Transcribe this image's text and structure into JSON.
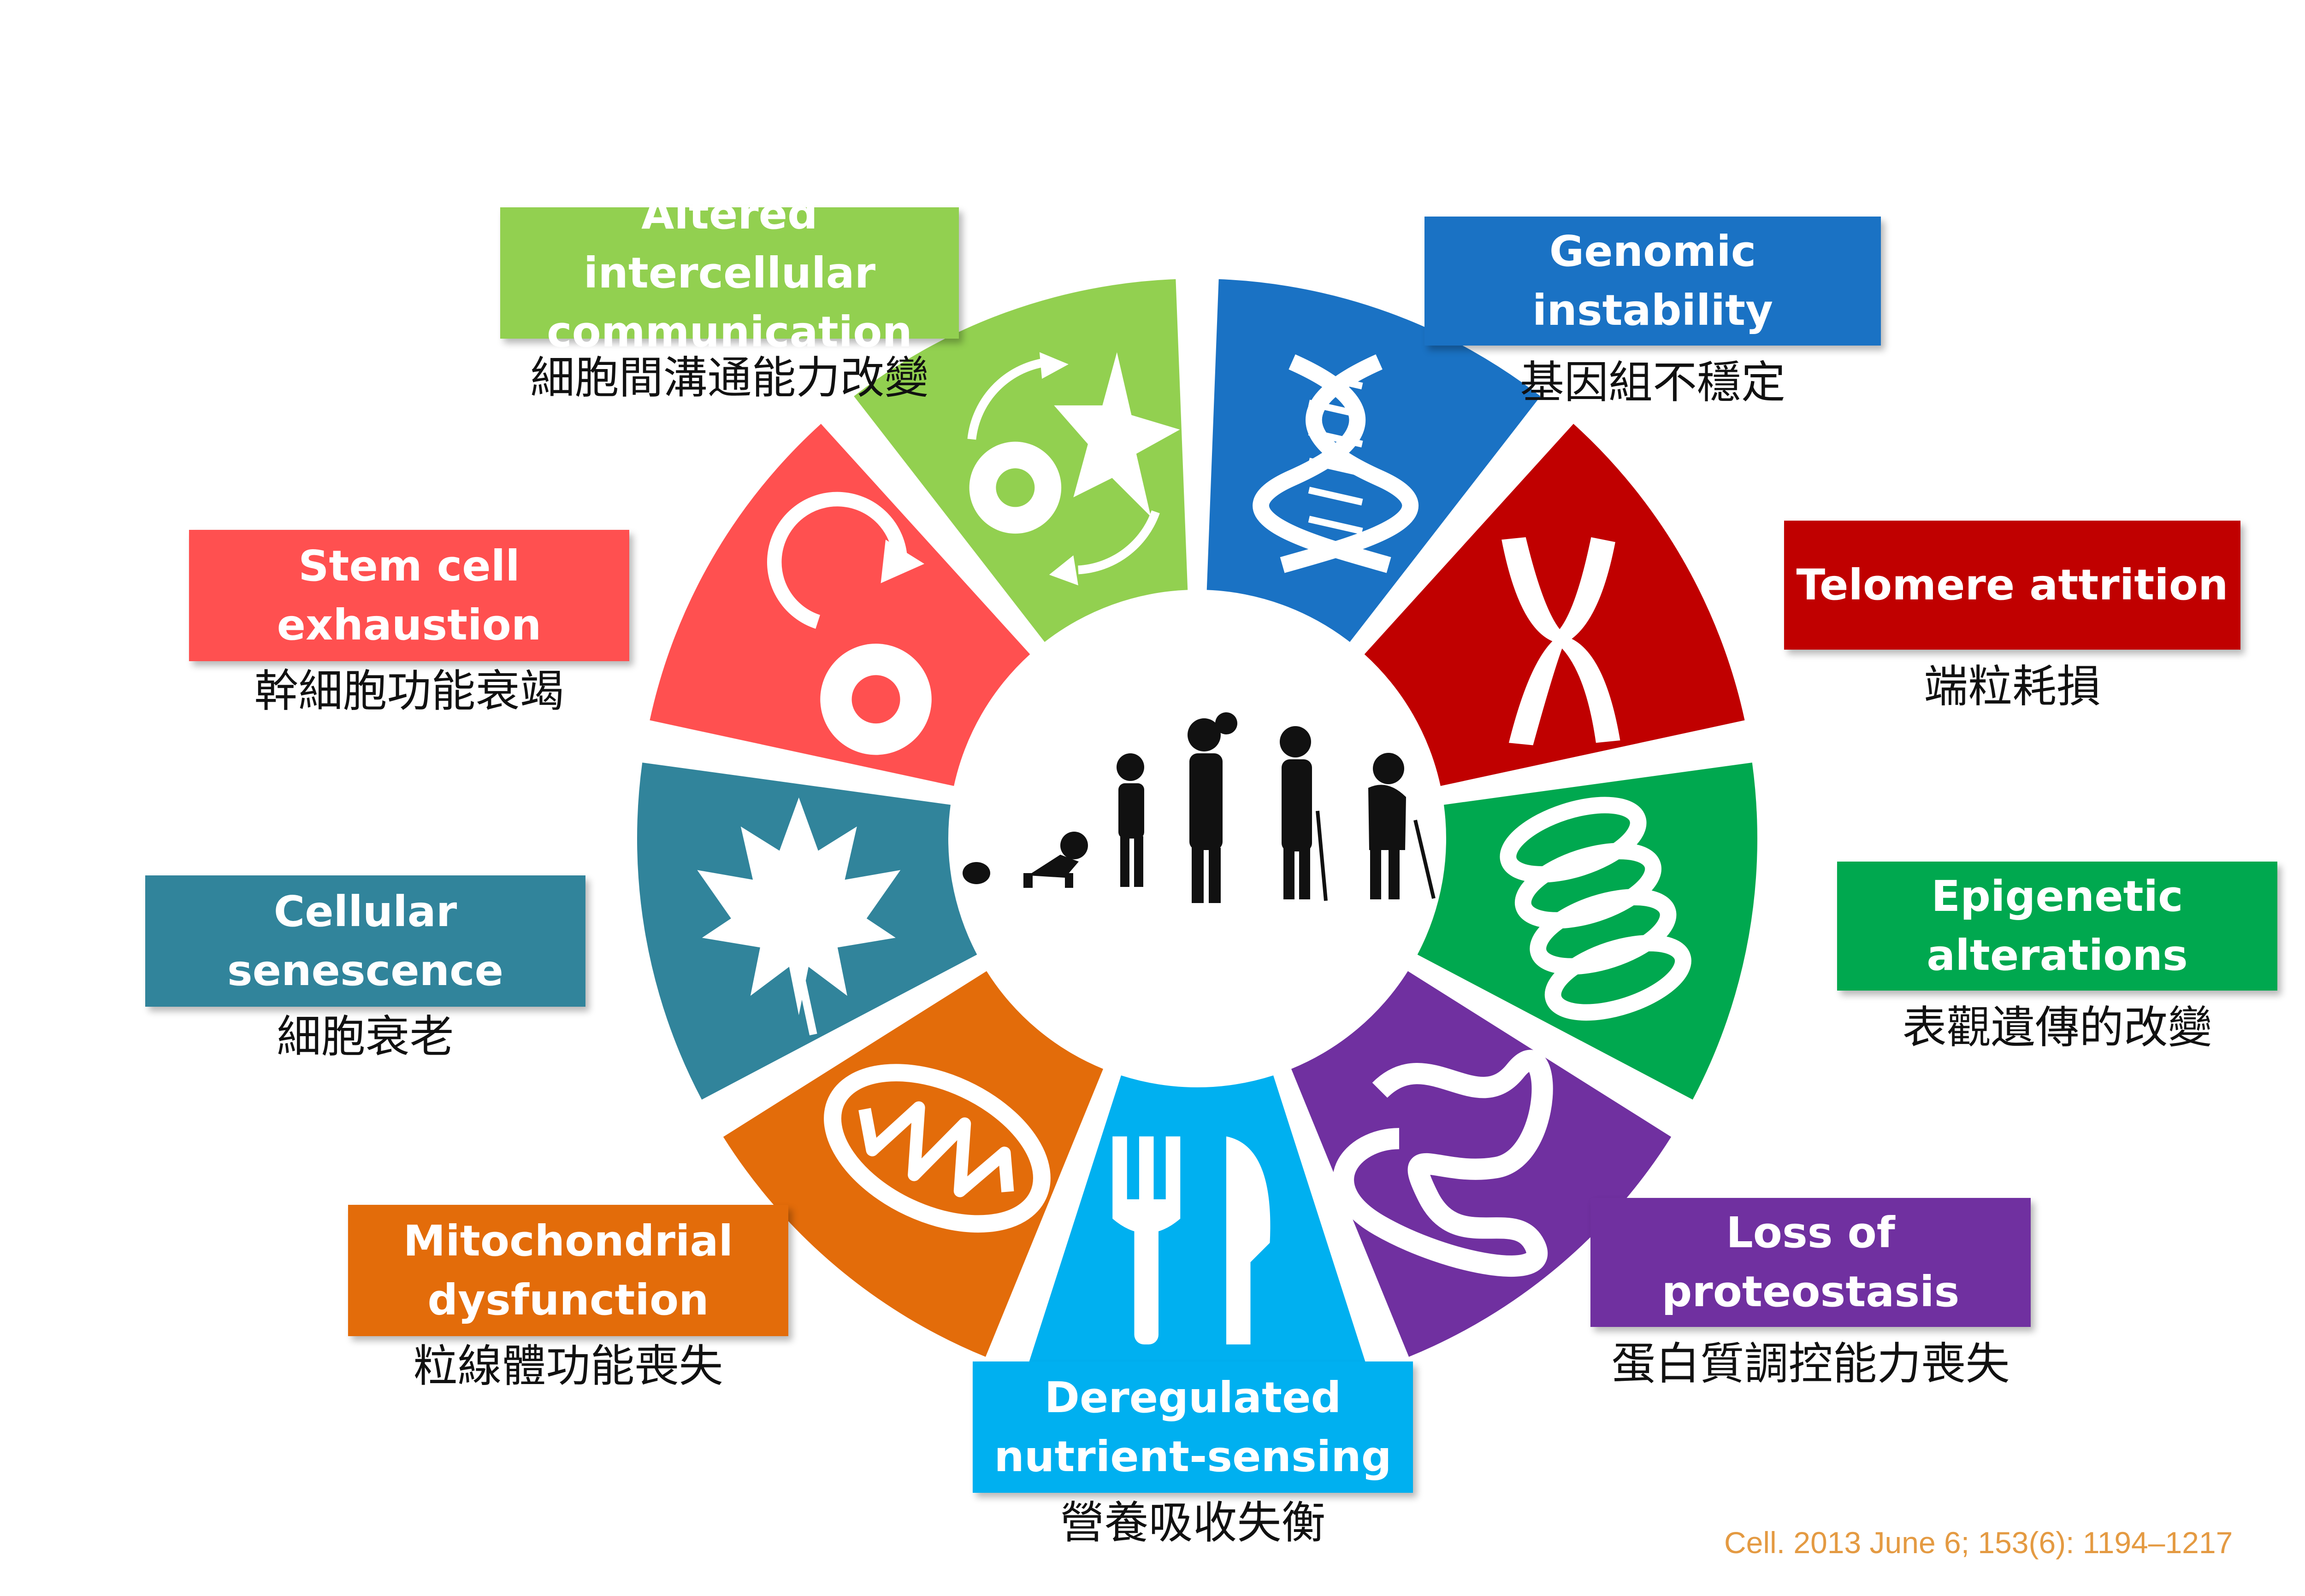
{
  "segments": [
    {
      "id": "genomic-instability",
      "color": "#1a72c4",
      "icon": "dna-icon",
      "label": "Genomic instability",
      "label_cn": "基因組不穩定"
    },
    {
      "id": "telomere-attrition",
      "color": "#c00000",
      "icon": "chromosome-icon",
      "label": "Telomere attrition",
      "label_cn": "端粒耗損"
    },
    {
      "id": "epigenetic-alterations",
      "color": "#00a84f",
      "icon": "chromatin-coil-icon",
      "label": "Epigenetic alterations",
      "label_cn": "表觀遺傳的改變"
    },
    {
      "id": "loss-of-proteostasis",
      "color": "#7030a0",
      "icon": "folded-protein-icon",
      "label": "Loss of proteostasis",
      "label_cn": "蛋白質調控能力喪失"
    },
    {
      "id": "deregulated-nutrient-sensing",
      "color": "#00b0f0",
      "icon": "fork-knife-icon",
      "label": "Deregulated nutrient-sensing",
      "label_cn": "營養吸收失衡"
    },
    {
      "id": "mitochondrial-dysfunction",
      "color": "#e36c0a",
      "icon": "mitochondrion-icon",
      "label": "Mitochondrial dysfunction",
      "label_cn": "粒線體功能喪失"
    },
    {
      "id": "cellular-senescence",
      "color": "#31849b",
      "icon": "maple-leaf-icon",
      "label": "Cellular senescence",
      "label_cn": "細胞衰老"
    },
    {
      "id": "stem-cell-exhaustion",
      "color": "#ff5050",
      "icon": "stem-cell-icon",
      "label": "Stem cell exhaustion",
      "label_cn": "幹細胞功能衰竭"
    },
    {
      "id": "altered-intercellular-communication",
      "color": "#92d050",
      "icon": "cell-communication-icon",
      "label": "Altered intercellular communication",
      "label_cn": "細胞間溝通能力改變"
    }
  ],
  "center": {
    "icon": "aging-silhouettes-icon"
  },
  "citation": "Cell. 2013 June 6; 153(6): 1194–1217"
}
